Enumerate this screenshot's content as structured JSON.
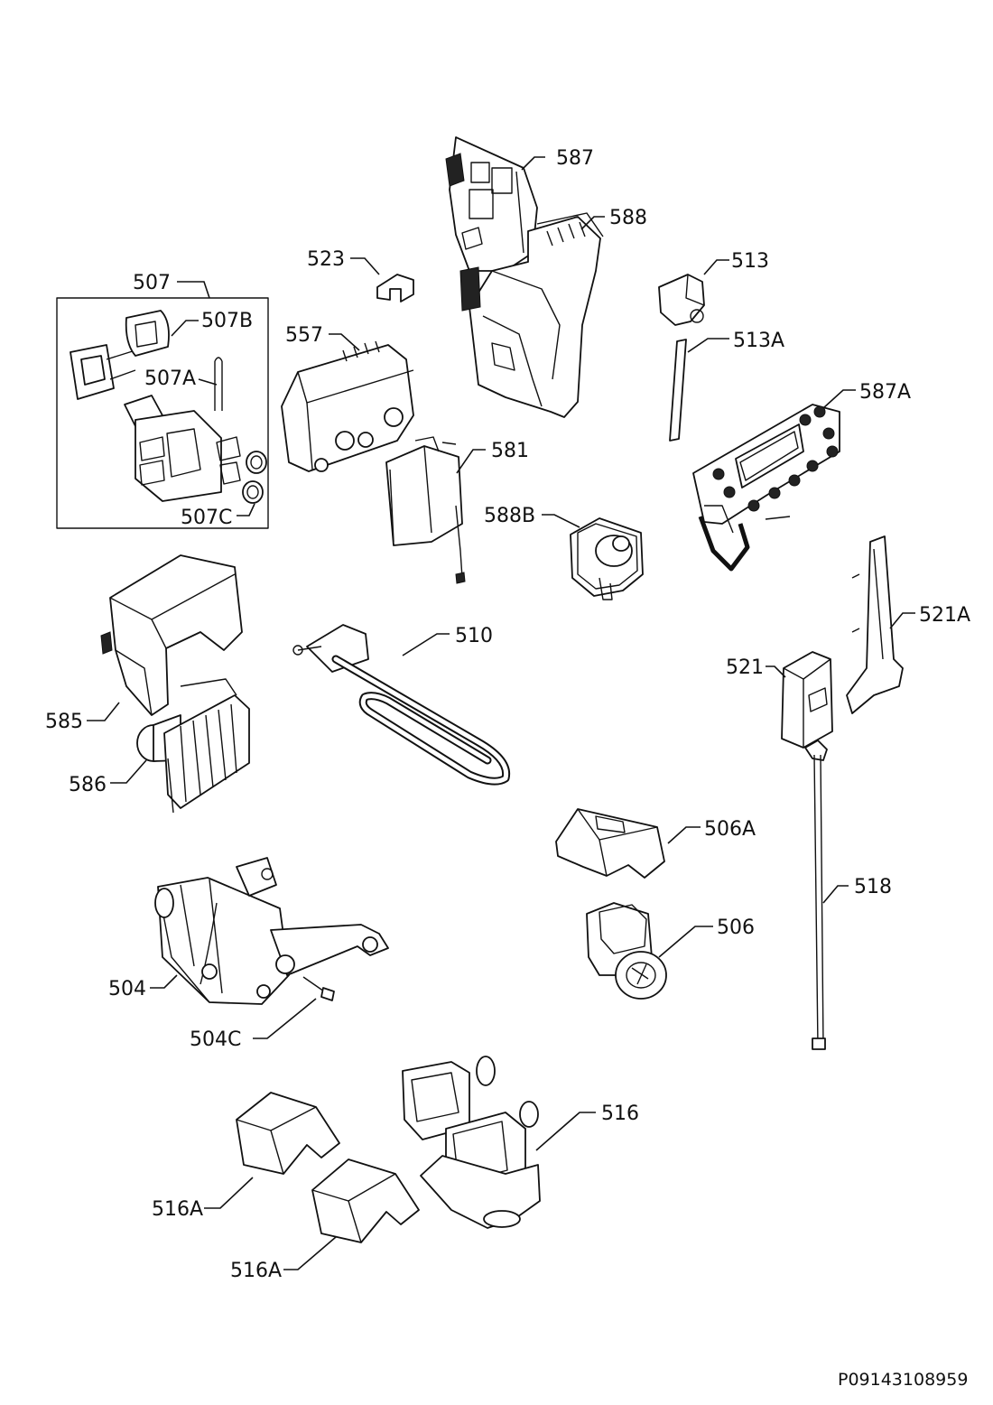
{
  "labels": {
    "p507": "507",
    "p507B": "507B",
    "p507A": "507A",
    "p507C": "507C",
    "p523": "523",
    "p557": "557",
    "p587": "587",
    "p588": "588",
    "p513": "513",
    "p513A": "513A",
    "p587A": "587A",
    "p581": "581",
    "p588B": "588B",
    "p585": "585",
    "p586": "586",
    "p510": "510",
    "p521A": "521A",
    "p521": "521",
    "p506A": "506A",
    "p518": "518",
    "p506": "506",
    "p504": "504",
    "p504C": "504C",
    "p516": "516",
    "p516A_1": "516A",
    "p516A_2": "516A"
  },
  "reference": "P09143108959"
}
